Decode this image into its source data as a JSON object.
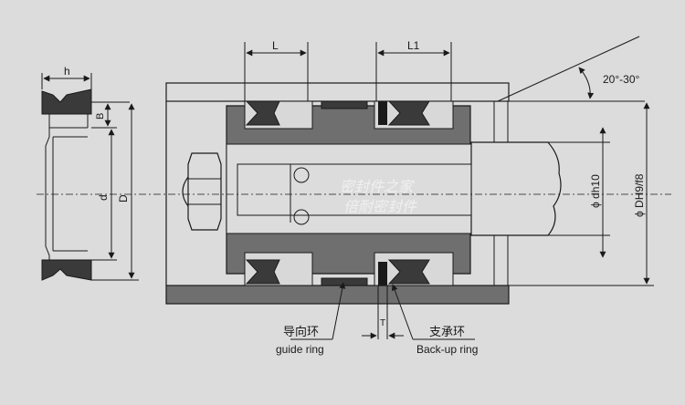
{
  "colors": {
    "background": "#dcdcdc",
    "outline": "#1a1a1a",
    "body_fill": "#6f6f6f",
    "seal_fill": "#3a3a3a",
    "groove_fill": "#d8d8d8",
    "watermark": "#f4f4f4"
  },
  "labels": {
    "dim_L": "L",
    "dim_L1": "L1",
    "dim_h": "h",
    "dim_B": "B",
    "dim_d": "d",
    "dim_D": "D",
    "dim_T": "T",
    "angle": "20°-30°",
    "dh10": "ϕ dh10",
    "DH9f8": "ϕ DH9/f8"
  },
  "callouts": {
    "guide_cn": "导向环",
    "guide_en": "guide ring",
    "backup_cn": "支承环",
    "backup_en": "Back-up ring"
  },
  "watermark": {
    "line1": "密封件之家",
    "line2": "倍耐密封件"
  }
}
